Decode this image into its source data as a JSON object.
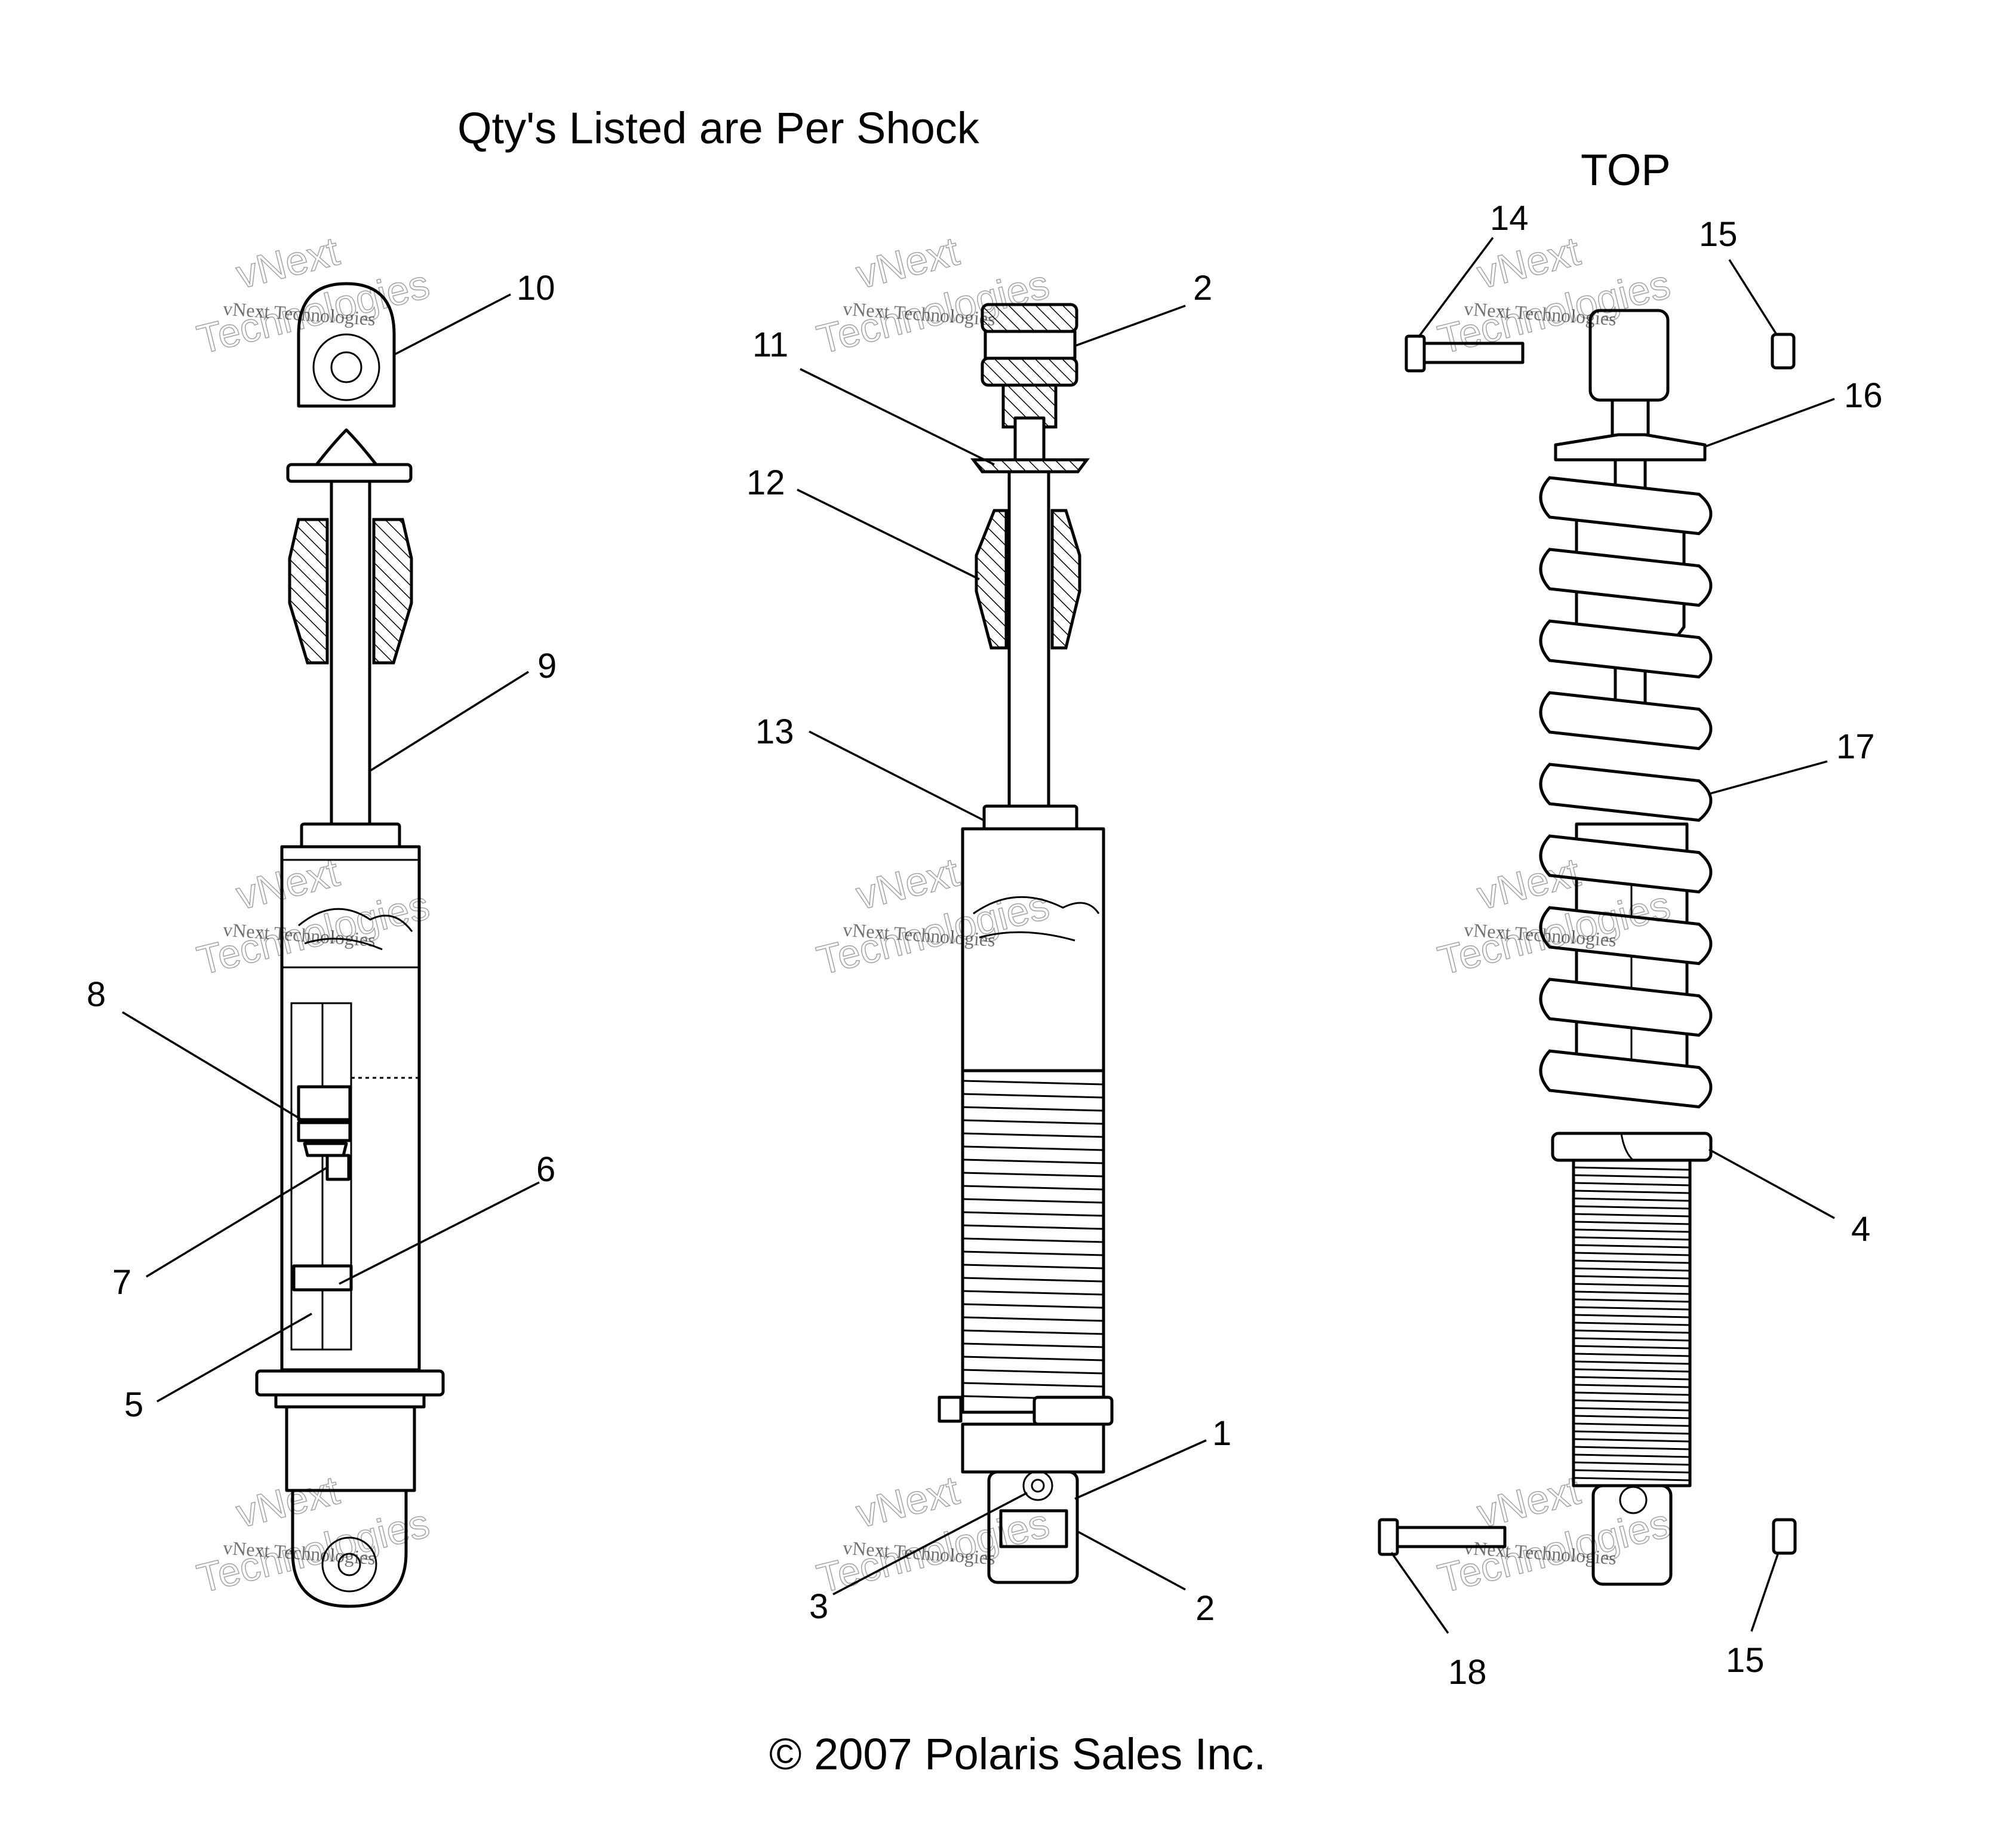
{
  "header": {
    "note": "Qty's Listed are Per Shock",
    "top_label": "TOP"
  },
  "footer": {
    "copyright": "© 2007 Polaris Sales Inc."
  },
  "callouts": {
    "c1": "1",
    "c2a": "2",
    "c2b": "2",
    "c3": "3",
    "c4": "4",
    "c5": "5",
    "c6": "6",
    "c7": "7",
    "c8": "8",
    "c9": "9",
    "c10": "10",
    "c11": "11",
    "c12": "12",
    "c13": "13",
    "c14": "14",
    "c15a": "15",
    "c15b": "15",
    "c16": "16",
    "c17": "17",
    "c18": "18"
  },
  "watermark": {
    "line1": "vNext",
    "line2": "vNext Technologies",
    "line3": "Technologies"
  }
}
